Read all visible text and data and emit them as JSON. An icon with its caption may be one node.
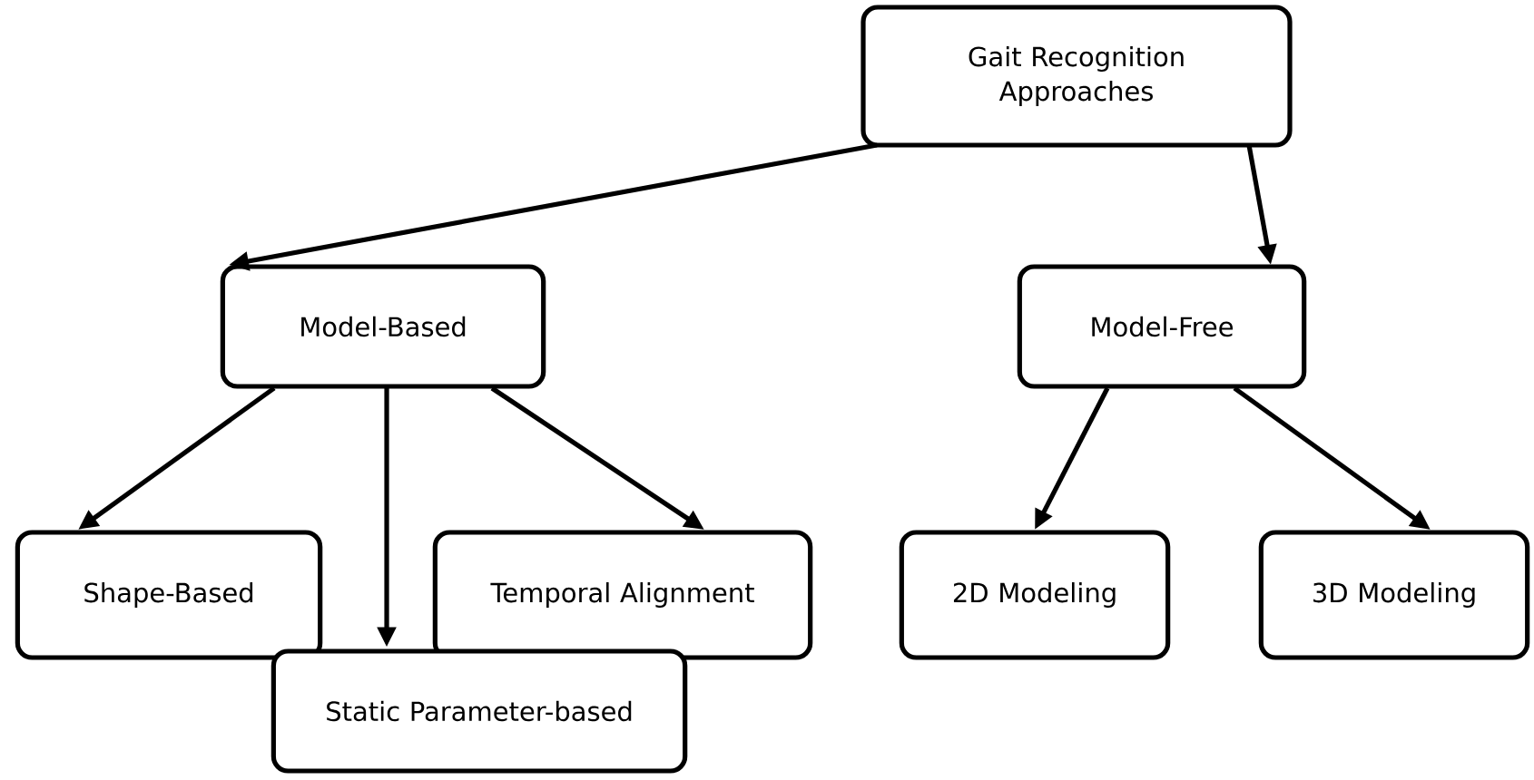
{
  "diagram": {
    "nodes": [
      {
        "text": [
          "Gait Recognition Approaches"
        ]
      },
      {
        "text": [
          "Model-Based"
        ]
      },
      {
        "text": [
          "Model-Free"
        ]
      },
      {
        "text": [
          "Shape-Based"
        ]
      },
      {
        "text": [
          "Temporal Alignment"
        ]
      },
      {
        "text": [
          "2D Modeling"
        ]
      },
      {
        "text": [
          "3D Modeling"
        ]
      },
      {
        "text": [
          "Static Parameter-based"
        ]
      }
    ],
    "edges": [
      {
        "from": 0,
        "to": 1,
        "arrow": "to"
      },
      {
        "from": 0,
        "to": 2,
        "arrow": "to"
      },
      {
        "from": 1,
        "to": 3,
        "arrow": "to"
      },
      {
        "from": 1,
        "to": 7,
        "arrow": "to"
      },
      {
        "from": 1,
        "to": 4,
        "arrow": "to"
      },
      {
        "from": 2,
        "to": 5,
        "arrow": "to"
      },
      {
        "from": 2,
        "to": 6,
        "arrow": "to"
      }
    ]
  }
}
